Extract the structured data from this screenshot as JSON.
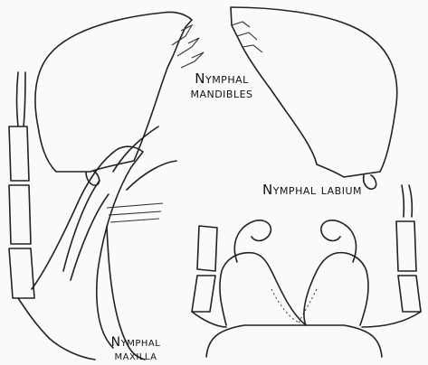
{
  "labels": {
    "mandibles_line1": "Nymphal",
    "mandibles_line2": "mandibles",
    "labium": "Nymphal labium",
    "maxilla_line1": "Nymphal",
    "maxilla_line2": "maxilla"
  }
}
